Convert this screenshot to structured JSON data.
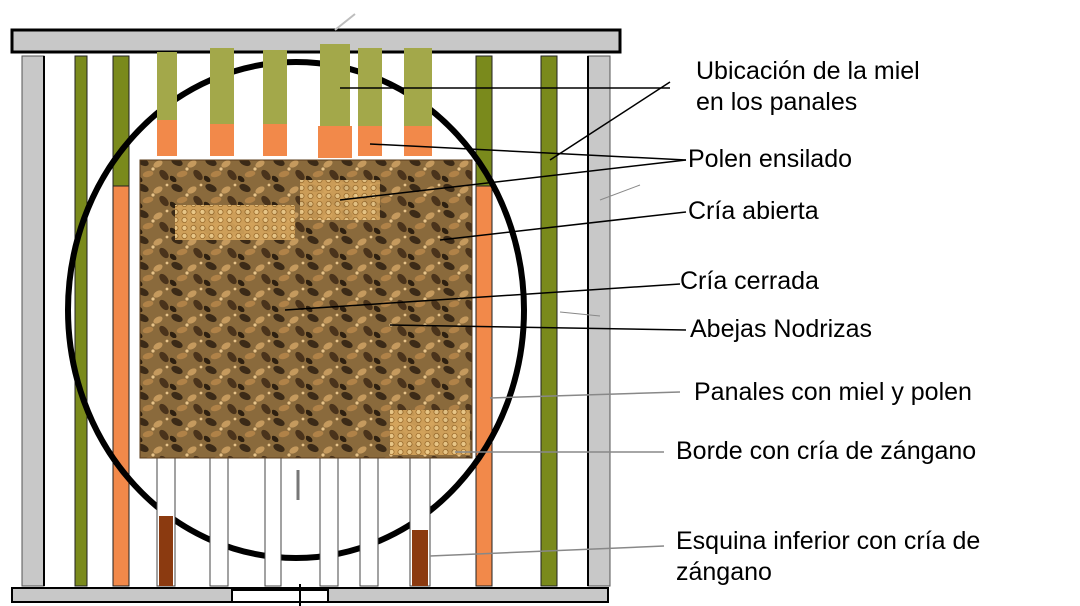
{
  "diagram": {
    "labels": {
      "honey_location": "Ubicación de la miel\nen los panales",
      "pollen": "Polen ensilado",
      "open_brood": "Cría abierta",
      "capped_brood": "Cría cerrada",
      "nurse_bees": "Abejas Nodrizas",
      "honey_pollen_combs": "Panales con miel y polen",
      "drone_brood_edge": "Borde con cría de zángano",
      "drone_brood_corner": "Esquina inferior con cría de\nzángano"
    },
    "colors": {
      "frame_gray": "#c8c8c8",
      "honey_olive": "#7a8a1c",
      "honey_light": "#a3a84a",
      "pollen_orange": "#f2894a",
      "drone_brown": "#8b3a10",
      "comb_brown": "#8a6a3c"
    }
  }
}
